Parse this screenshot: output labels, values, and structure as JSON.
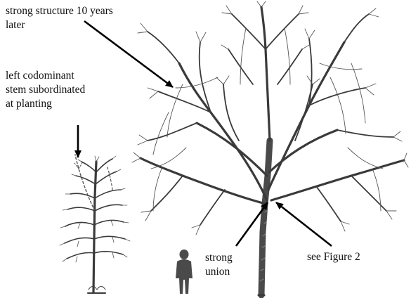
{
  "labels": {
    "strong_structure_line1": "strong structure 10 years",
    "strong_structure_line2": "later",
    "codominant_line1": "left codominant",
    "codominant_line2": "stem subordinated",
    "codominant_line3": "at planting",
    "strong_union_line1": "strong",
    "strong_union_line2": "union",
    "see_figure": "see Figure 2"
  },
  "colors": {
    "ink": "#111111",
    "branch": "#3a3a3a",
    "dashed": "#555555",
    "person": "#4a4a4a"
  }
}
